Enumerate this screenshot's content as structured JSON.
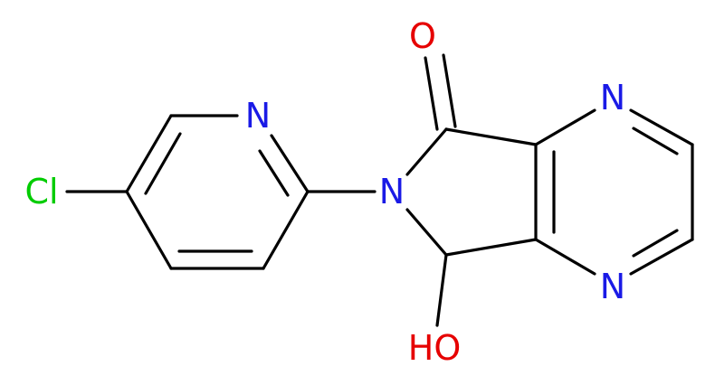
{
  "colors": {
    "background": "#ffffff",
    "bond": "#000000",
    "nitrogen": "#1a1ae6",
    "oxygen": "#e60000",
    "chlorine": "#00cc00"
  },
  "atoms": {
    "cl": {
      "label": "Cl",
      "element": "Cl"
    },
    "n_pyridine": {
      "label": "N",
      "element": "N"
    },
    "n_lactam": {
      "label": "N",
      "element": "N"
    },
    "o_carbonyl": {
      "label": "O",
      "element": "O"
    },
    "n_pyrazine_top": {
      "label": "N",
      "element": "N"
    },
    "n_pyrazine_bottom": {
      "label": "N",
      "element": "N"
    },
    "oh": {
      "label": "HO",
      "element": "O"
    }
  }
}
